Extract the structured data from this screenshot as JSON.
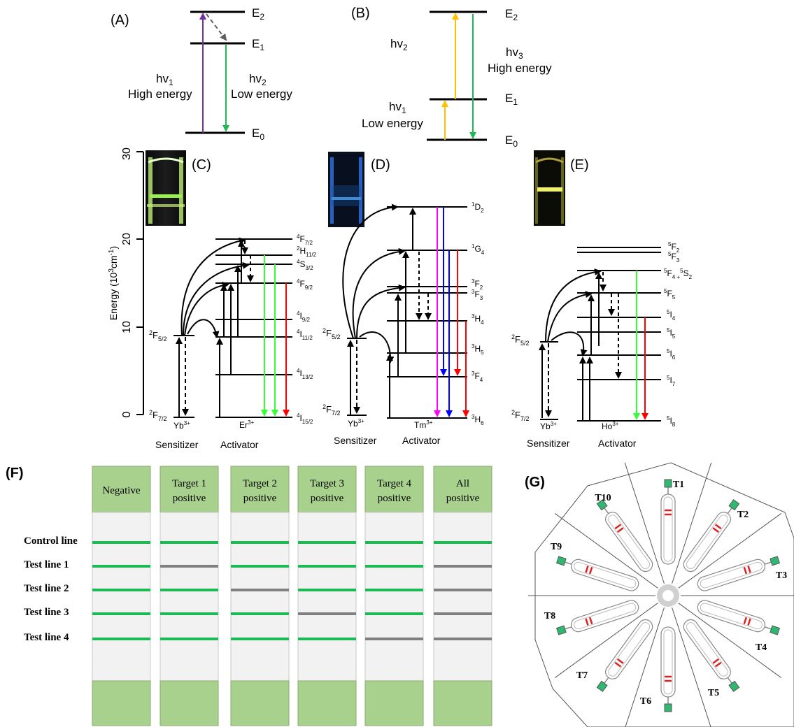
{
  "panels": {
    "A": {
      "label": "(A)",
      "levels": [
        "E",
        "E",
        "E"
      ],
      "level_subs": [
        "2",
        "1",
        "0"
      ],
      "hv1": "hv",
      "hv1_sub": "1",
      "hv1_note": "High energy",
      "hv2": "hv",
      "hv2_sub": "2",
      "hv2_note": "Low energy"
    },
    "B": {
      "label": "(B)",
      "levels": [
        "E",
        "E",
        "E"
      ],
      "level_subs": [
        "2",
        "1",
        "0"
      ],
      "hv1": "hv",
      "hv1_sub": "1",
      "hv1_note": "Low energy",
      "hv2": "hv",
      "hv2_sub": "2",
      "hv3": "hv",
      "hv3_sub": "3",
      "hv3_note": "High energy"
    },
    "axis": {
      "ylabel": "Energy (10",
      "ylabel_sup": "3",
      "ylabel_mid": "cm",
      "ylabel_sup2": "-1",
      "ylabel_end": ")",
      "ticks": [
        "0",
        "10",
        "20",
        "30"
      ]
    },
    "C": {
      "label": "(C)",
      "vial_color": "#c8f07a",
      "sens_top": "2",
      "sens_top_l": "F",
      "sens_top_sub": "5/2",
      "sens_bot": "2",
      "sens_bot_l": "F",
      "sens_bot_sub": "7/2",
      "ion": "Yb",
      "ion_sup": "3+",
      "act_ion": "Er",
      "act_ion_sup": "3+",
      "levels": [
        {
          "sup": "4",
          "l": "F",
          "sub": "7/2"
        },
        {
          "sup": "2",
          "l": "H",
          "sub": "11/2"
        },
        {
          "sup": "4",
          "l": "S",
          "sub": "3/2"
        },
        {
          "sup": "4",
          "l": "F",
          "sub": "9/2"
        },
        {
          "sup": "4",
          "l": "I",
          "sub": "9/2"
        },
        {
          "sup": "4",
          "l": "I",
          "sub": "11/2"
        },
        {
          "sup": "4",
          "l": "I",
          "sub": "13/2"
        },
        {
          "sup": "4",
          "l": "I",
          "sub": "15/2"
        }
      ],
      "sensitizer": "Sensitizer",
      "activator": "Activator"
    },
    "D": {
      "label": "(D)",
      "vial_color": "#4aa3ff",
      "sens_top": "2",
      "sens_top_l": "F",
      "sens_top_sub": "5/2",
      "sens_bot": "2",
      "sens_bot_l": "F",
      "sens_bot_sub": "7/2",
      "ion": "Yb",
      "ion_sup": "3+",
      "act_ion": "Tm",
      "act_ion_sup": "3+",
      "levels": [
        {
          "sup": "1",
          "l": "D",
          "sub": "2"
        },
        {
          "sup": "1",
          "l": "G",
          "sub": "4"
        },
        {
          "sup": "3",
          "l": "F",
          "sub": "2"
        },
        {
          "sup": "3",
          "l": "F",
          "sub": "3"
        },
        {
          "sup": "3",
          "l": "H",
          "sub": "4"
        },
        {
          "sup": "3",
          "l": "H",
          "sub": "5"
        },
        {
          "sup": "3",
          "l": "F",
          "sub": "4"
        },
        {
          "sup": "3",
          "l": "H",
          "sub": "6"
        }
      ],
      "sensitizer": "Sensitizer",
      "activator": "Activator"
    },
    "E": {
      "label": "(E)",
      "vial_color": "#eaf080",
      "sens_top": "2",
      "sens_top_l": "F",
      "sens_top_sub": "5/2",
      "sens_bot": "2",
      "sens_bot_l": "F",
      "sens_bot_sub": "7/2",
      "ion": "Yb",
      "ion_sup": "3+",
      "act_ion": "Ho",
      "act_ion_sup": "3+",
      "levels": [
        {
          "sup": "5",
          "l": "F",
          "sub": "2"
        },
        {
          "sup": "5",
          "l": "F",
          "sub": "3"
        },
        {
          "sup": "5",
          "l": "F",
          "sub": "4 +",
          "sup2": "5",
          "l2": "S",
          "sub2": "2"
        },
        {
          "sup": "5",
          "l": "F",
          "sub": "5"
        },
        {
          "sup": "5",
          "l": "I",
          "sub": "4"
        },
        {
          "sup": "5",
          "l": "I",
          "sub": "5"
        },
        {
          "sup": "5",
          "l": "I",
          "sub": "6"
        },
        {
          "sup": "5",
          "l": "I",
          "sub": "7"
        },
        {
          "sup": "5",
          "l": "I",
          "sub": "8"
        }
      ],
      "sensitizer": "Sensitizer",
      "activator": "Activator"
    },
    "F": {
      "label": "(F)",
      "columns": [
        {
          "line1": "Negative",
          "line2": "",
          "lines": [
            "pos",
            "pos",
            "pos",
            "pos",
            "pos"
          ]
        },
        {
          "line1": "Target 1",
          "line2": "positive",
          "lines": [
            "pos",
            "neg",
            "pos",
            "pos",
            "pos"
          ]
        },
        {
          "line1": "Target 2",
          "line2": "positive",
          "lines": [
            "pos",
            "pos",
            "neg",
            "pos",
            "pos"
          ]
        },
        {
          "line1": "Target 3",
          "line2": "positive",
          "lines": [
            "pos",
            "pos",
            "pos",
            "neg",
            "pos"
          ]
        },
        {
          "line1": "Target 4",
          "line2": "positive",
          "lines": [
            "pos",
            "pos",
            "pos",
            "pos",
            "neg"
          ]
        },
        {
          "line1": "All",
          "line2": "positive",
          "lines": [
            "pos",
            "neg",
            "neg",
            "neg",
            "neg"
          ]
        }
      ],
      "rows": [
        "Control line",
        "Test line 1",
        "Test line 2",
        "Test line 3",
        "Test line 4"
      ],
      "colors": {
        "pad": "#a9d18e",
        "strip": "#f2f2f2",
        "positive": "#1db954",
        "negative": "#808080"
      }
    },
    "G": {
      "label": "(G)",
      "tubes": [
        "T1",
        "T2",
        "T3",
        "T4",
        "T5",
        "T6",
        "T7",
        "T8",
        "T9",
        "T10"
      ],
      "colors": {
        "cap": "#2eb872",
        "mark": "#e02020"
      }
    }
  }
}
